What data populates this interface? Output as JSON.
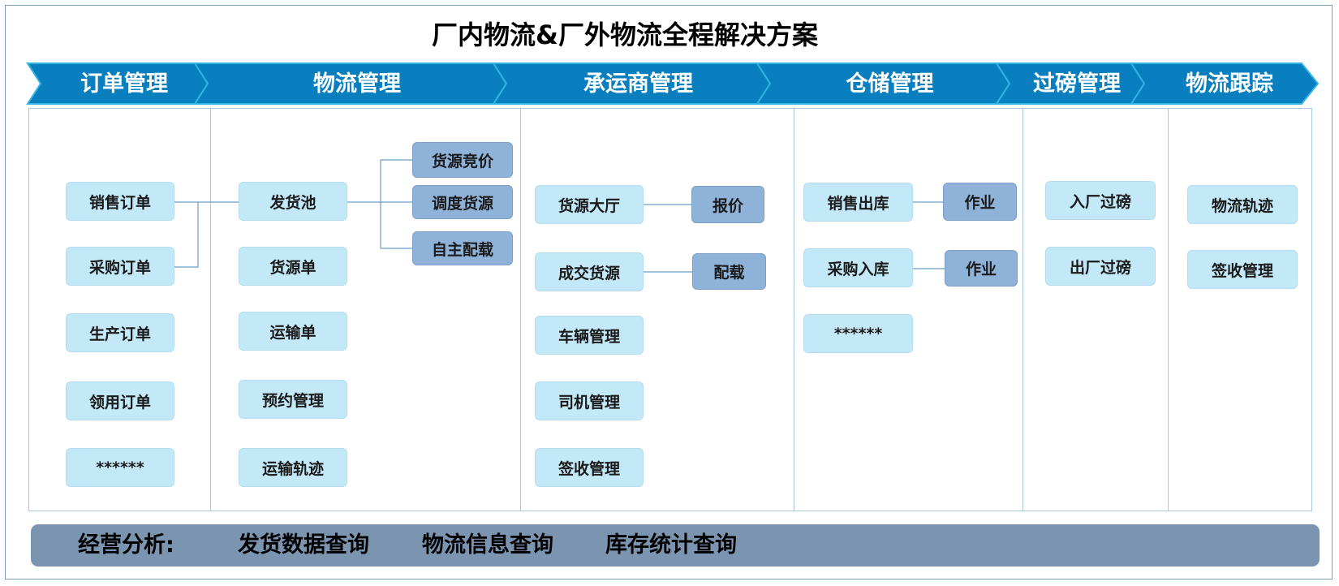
{
  "title": "厂内物流&厂外物流全程解决方案",
  "colors": {
    "chevron_fill": "#0a7fbf",
    "chevron_edge": "#34b3e6",
    "box_light": "#c3e8f8",
    "box_dark": "#8eb2d8",
    "footer": "#7b95b1"
  },
  "stages": [
    {
      "label": "订单管理"
    },
    {
      "label": "物流管理"
    },
    {
      "label": "承运商管理"
    },
    {
      "label": "仓储管理"
    },
    {
      "label": "过磅管理"
    },
    {
      "label": "物流跟踪"
    }
  ],
  "order": {
    "items": [
      "销售订单",
      "采购订单",
      "生产订单",
      "领用订单",
      "******"
    ]
  },
  "logistics": {
    "items": [
      "发货池",
      "货源单",
      "运输单",
      "预约管理",
      "运输轨迹"
    ],
    "pool_options": [
      "货源竞价",
      "调度货源",
      "自主配载"
    ]
  },
  "carrier": {
    "items": [
      "货源大厅",
      "成交货源",
      "车辆管理",
      "司机管理",
      "签收管理"
    ],
    "actions": [
      "报价",
      "配载"
    ]
  },
  "warehouse": {
    "items": [
      "销售出库",
      "采购入库",
      "******"
    ],
    "actions": [
      "作业",
      "作业"
    ]
  },
  "weighing": {
    "items": [
      "入厂过磅",
      "出厂过磅"
    ]
  },
  "tracking": {
    "items": [
      "物流轨迹",
      "签收管理"
    ]
  },
  "footer": {
    "label": "经营分析:",
    "links": [
      "发货数据查询",
      "物流信息查询",
      "库存统计查询"
    ]
  }
}
